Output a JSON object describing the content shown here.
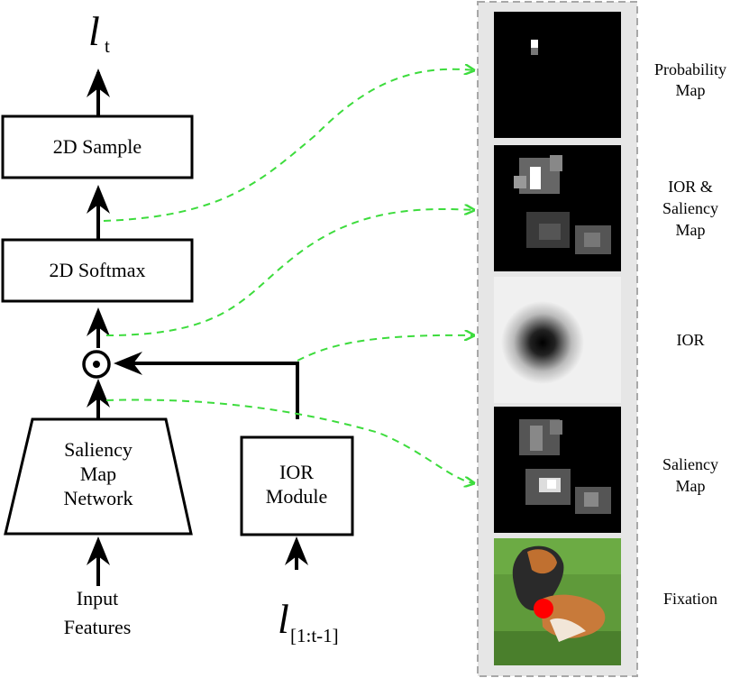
{
  "output": {
    "var": "l",
    "sub": "t"
  },
  "boxes": {
    "sample": "2D Sample",
    "softmax": "2D Softmax",
    "saliency_net": [
      "Saliency",
      "Map",
      "Network"
    ],
    "ior_module": [
      "IOR",
      "Module"
    ]
  },
  "inputs": {
    "features": [
      "Input",
      "Features"
    ],
    "prev": {
      "var": "l",
      "sub": "[1:t-1]"
    }
  },
  "operator": "⊙",
  "panels": [
    {
      "label": [
        "Probability",
        "Map"
      ]
    },
    {
      "label": [
        "IOR &",
        "Saliency",
        "Map"
      ]
    },
    {
      "label": [
        "IOR"
      ]
    },
    {
      "label": [
        "Saliency",
        "Map"
      ]
    },
    {
      "label": [
        "Fixation"
      ]
    }
  ],
  "colors": {
    "arrow": "#000000",
    "dash": "#3ddc3d",
    "panel_border": "#a8a8a8",
    "fixation_dot": "#ff0000"
  }
}
